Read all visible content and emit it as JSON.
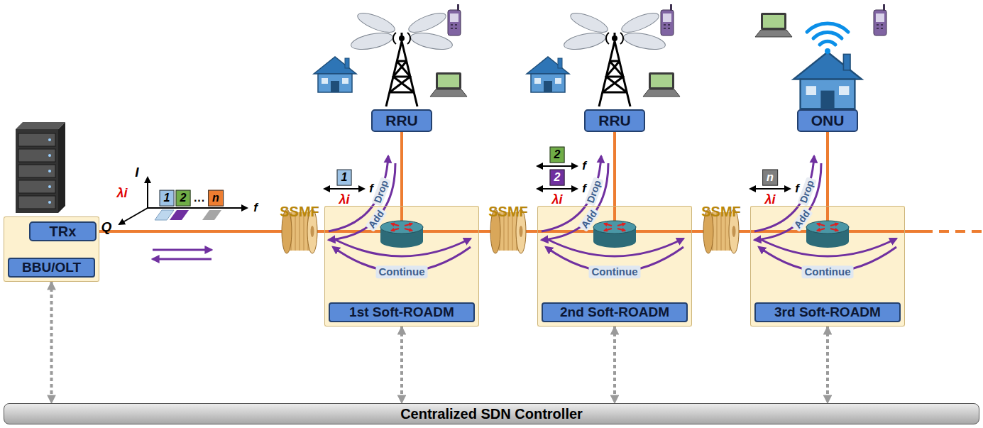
{
  "diagram": {
    "nodes": [
      {
        "text": [
          "BBU/OLT"
        ]
      },
      {
        "text": [
          "TRx"
        ],
        "in": 0
      },
      {
        "text": [
          "1st Soft-ROADM"
        ]
      },
      {
        "text": [
          "RRU"
        ]
      },
      {
        "text": [
          "2nd Soft-ROADM"
        ]
      },
      {
        "text": [
          "RRU"
        ]
      },
      {
        "text": [
          "3rd Soft-ROADM"
        ]
      },
      {
        "text": [
          "ONU"
        ]
      },
      {
        "text": [
          "Centralized SDN Controller"
        ]
      }
    ],
    "edges": [
      {
        "from": 1,
        "to": 2,
        "arrow": "none"
      },
      {
        "from": 2,
        "to": 4,
        "arrow": "none"
      },
      {
        "from": 4,
        "to": 6,
        "arrow": "none"
      },
      {
        "from": 2,
        "to": 3,
        "arrow": "none"
      },
      {
        "from": 4,
        "to": 5,
        "arrow": "none"
      },
      {
        "from": 6,
        "to": 7,
        "arrow": "none"
      },
      {
        "from": 0,
        "to": 8,
        "arrow": "both"
      },
      {
        "from": 2,
        "to": 8,
        "arrow": "both"
      },
      {
        "from": 4,
        "to": 8,
        "arrow": "both"
      },
      {
        "from": 6,
        "to": 8,
        "arrow": "both"
      }
    ],
    "labels": [
      "I",
      "λi",
      "Q",
      "1",
      "2",
      "···",
      "n",
      "f",
      "SSMF",
      "1",
      "f",
      "λi",
      "Drop",
      "Add",
      "Continue",
      "SSMF",
      "2",
      "f",
      "2",
      "f",
      "λi",
      "Drop",
      "Add",
      "Continue",
      "SSMF",
      "n",
      "f",
      "λi",
      "Drop",
      "Add",
      "Continue"
    ]
  }
}
